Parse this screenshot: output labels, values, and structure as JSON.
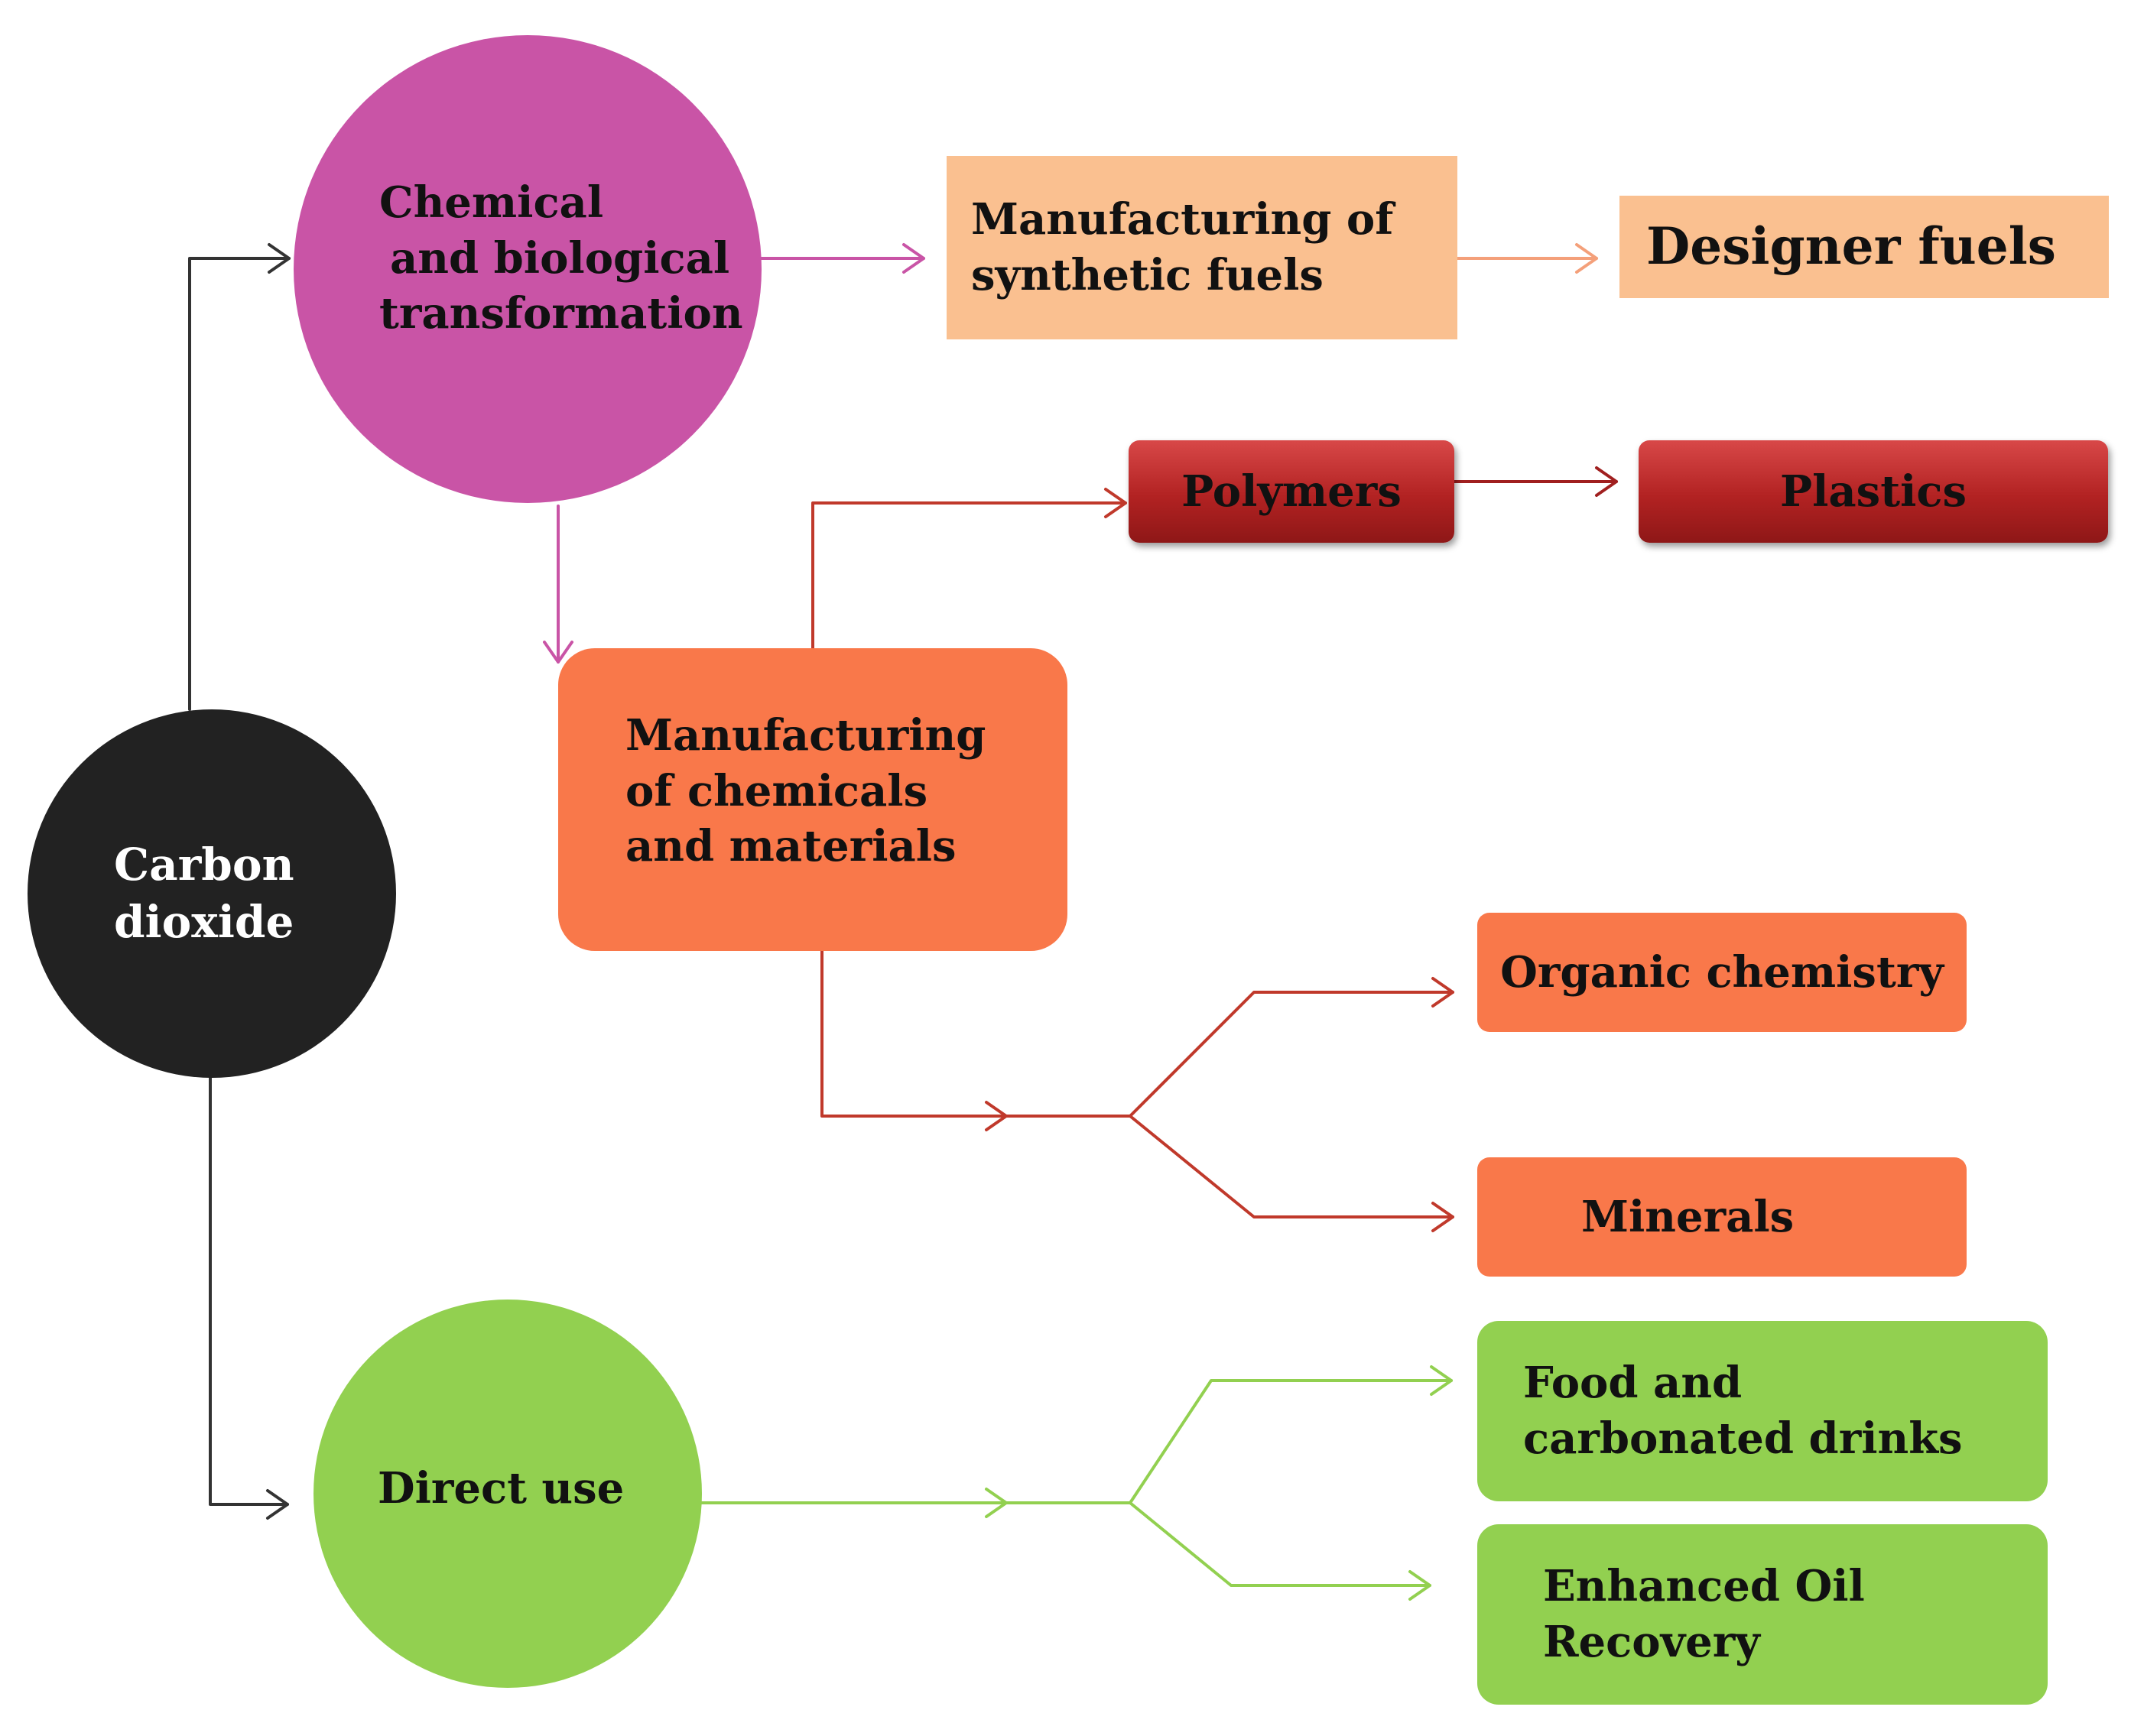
{
  "diagram": {
    "nodes": {
      "carbon_dioxide": {
        "lines": [
          "Carbon",
          "dioxide"
        ]
      },
      "chem_bio": {
        "lines": [
          "Chemical",
          "and biological",
          "transformation"
        ]
      },
      "direct_use": {
        "lines": [
          "Direct use"
        ]
      },
      "synthetic_fuels": {
        "lines": [
          "Manufacturing of",
          "synthetic fuels"
        ]
      },
      "designer_fuels": {
        "lines": [
          "Designer fuels"
        ]
      },
      "polymers": {
        "lines": [
          "Polymers"
        ]
      },
      "plastics": {
        "lines": [
          "Plastics"
        ]
      },
      "chemicals_materials": {
        "lines": [
          "Manufacturing",
          "of chemicals",
          "and materials"
        ]
      },
      "organic_chemistry": {
        "lines": [
          "Organic chemistry"
        ]
      },
      "minerals": {
        "lines": [
          "Minerals"
        ]
      },
      "food_drinks": {
        "lines": [
          "Food and",
          "carbonated drinks"
        ]
      },
      "enhanced_oil_recovery": {
        "lines": [
          "Enhanced Oil",
          "Recovery"
        ]
      }
    },
    "colors": {
      "carbon_dioxide": "#222222",
      "chem_bio": "#c954a6",
      "synthetic_fuels": "#fac090",
      "polymers_plastics": "#b22222",
      "chemicals_branch": "#f9784a",
      "direct_use_branch": "#92d050",
      "arrow_dark": "#333333",
      "arrow_purple": "#c954a6",
      "arrow_peach": "#f4a07a",
      "arrow_red": "#c0392b",
      "arrow_green": "#92d050"
    }
  }
}
